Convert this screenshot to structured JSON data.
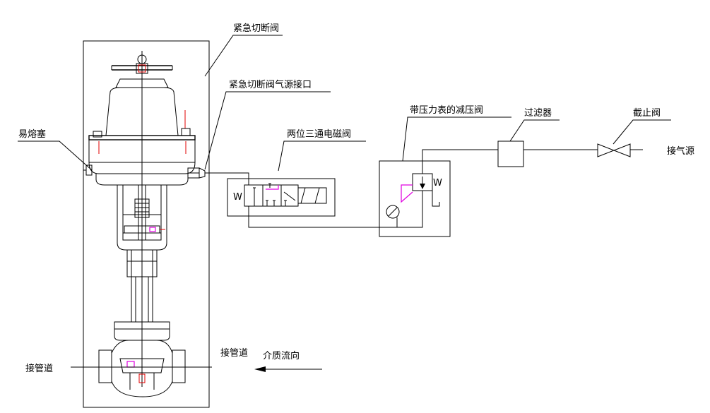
{
  "labels": {
    "emergency_valve": "紧急切断阀",
    "valve_air_port": "紧急切断阀气源接口",
    "fusible_plug": "易熔塞",
    "solenoid_valve": "两位三通电磁阀",
    "pressure_reducer": "带压力表的减压阀",
    "filter": "过滤器",
    "stop_valve": "截止阀",
    "air_source": "接气源",
    "pipe_left": "接管道",
    "pipe_right": "接管道",
    "flow_direction": "介质流向"
  },
  "symbols": {
    "solenoid_spring": "W",
    "reducer_spring": "W"
  },
  "colors": {
    "line": "#000000",
    "accent_magenta": "#e000e0",
    "accent_red": "#e00000"
  }
}
